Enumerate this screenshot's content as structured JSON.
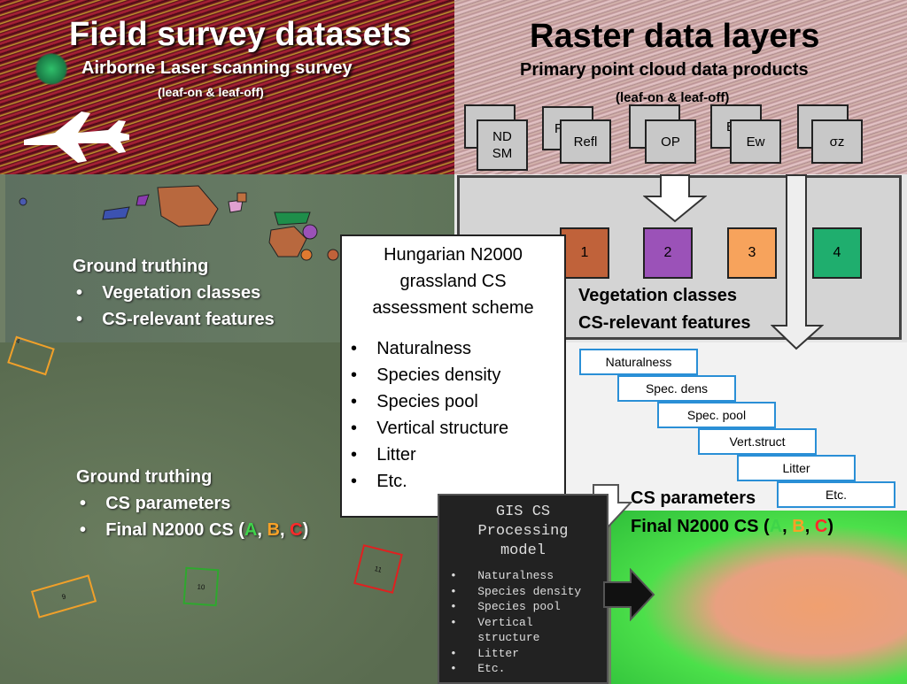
{
  "left_title": "Field survey datasets",
  "als_title": "Airborne Laser scanning survey",
  "als_sub": "(leaf-on & leaf-off)",
  "right_title": "Raster data layers",
  "right_sub": "Primary point cloud data products",
  "right_sub2": "(leaf-on & leaf-off)",
  "raster_layers": [
    {
      "back": "ND",
      "front": "ND\nSM"
    },
    {
      "back": "R",
      "front": "Refl"
    },
    {
      "back": "",
      "front": "OP"
    },
    {
      "back": "E",
      "front": "Ew"
    },
    {
      "back": "",
      "front": "σz"
    }
  ],
  "ground_truthing_1": {
    "title": "Ground truthing",
    "items": [
      "Vegetation classes",
      "CS-relevant features"
    ]
  },
  "vegetation_classes": [
    {
      "label": "1",
      "color": "#c0623a"
    },
    {
      "label": "2",
      "color": "#9b52b8"
    },
    {
      "label": "3",
      "color": "#f7a35c"
    },
    {
      "label": "4",
      "color": "#1fae6e"
    }
  ],
  "veg_caption_1": "Vegetation classes",
  "veg_caption_2": "CS-relevant features",
  "scheme": {
    "title": "Hungarian N2000 grassland CS assessment scheme",
    "items": [
      "Naturalness",
      "Species density",
      "Species pool",
      "Vertical structure",
      "Litter",
      "Etc."
    ]
  },
  "cs_params": [
    "Naturalness",
    "Spec. dens",
    "Spec. pool",
    "Vert.struct",
    "Litter",
    "Etc."
  ],
  "ground_truthing_2": {
    "title": "Ground truthing",
    "items": [
      "CS parameters",
      "Final N2000 CS ("
    ]
  },
  "grade_letters": {
    "a": "A",
    "b": "B",
    "c": "C",
    "a_color": "#3fd44a",
    "b_color": "#f7a128",
    "c_color": "#ff2a2a"
  },
  "gis": {
    "title": "GIS CS Processing model",
    "items": [
      "Naturalness",
      "Species density",
      "Species pool",
      "Vertical structure",
      "Litter",
      "Etc."
    ]
  },
  "cs_parameters_label": "CS parameters",
  "final_cs_label": "Final N2000 CS (",
  "plots": [
    {
      "label": "4",
      "color": "#f0a02a"
    },
    {
      "label": "9",
      "color": "#f0a02a"
    },
    {
      "label": "10",
      "color": "#2ea82e"
    },
    {
      "label": "11",
      "color": "#e02020"
    }
  ]
}
